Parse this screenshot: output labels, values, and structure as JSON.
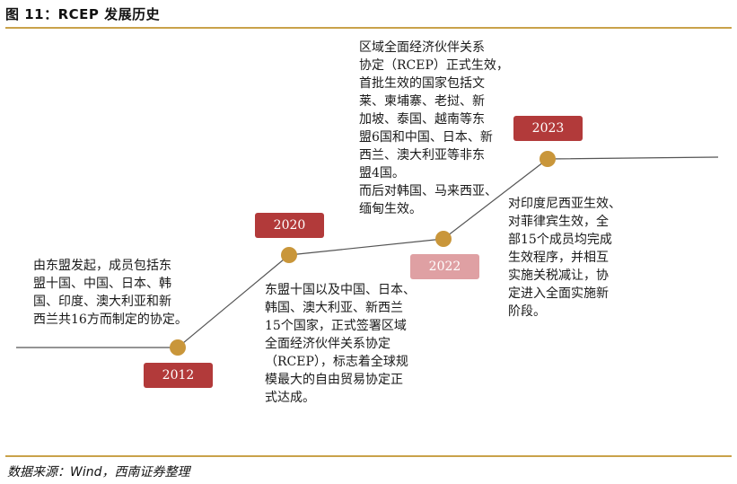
{
  "title": "图 11：RCEP 发展历史",
  "source": "数据来源：Wind，西南证券整理",
  "colors": {
    "rule": "#c9a24a",
    "year_badge": "#b23a3a",
    "year_badge_light": "#dfa0a3",
    "dot": "#c9963a",
    "line": "#555555"
  },
  "milestones": [
    {
      "year": "2012",
      "text": "由东盟发起，成员包括东\n盟十国、中国、日本、韩\n国、印度、澳大利亚和新\n西兰共16方而制定的协定。"
    },
    {
      "year": "2020",
      "text": "东盟十国以及中国、日本、\n韩国、澳大利亚、新西兰\n15个国家，正式签署区域\n全面经济伙伴关系协定\n（RCEP），标志着全球规\n模最大的自由贸易协定正\n式达成。"
    },
    {
      "year": "2022",
      "text": "区域全面经济伙伴关系\n协定（RCEP）正式生效，\n首批生效的国家包括文\n莱、柬埔寨、老挝、新\n加坡、泰国、越南等东\n盟6国和中国、日本、新\n西兰、澳大利亚等非东\n盟4国。\n而后对韩国、马来西亚、\n缅甸生效。"
    },
    {
      "year": "2023",
      "text": "对印度尼西亚生效、\n对菲律宾生效，全\n部15个成员均完成\n生效程序，并相互\n实施关税减让，协\n定进入全面实施新\n阶段。"
    }
  ]
}
